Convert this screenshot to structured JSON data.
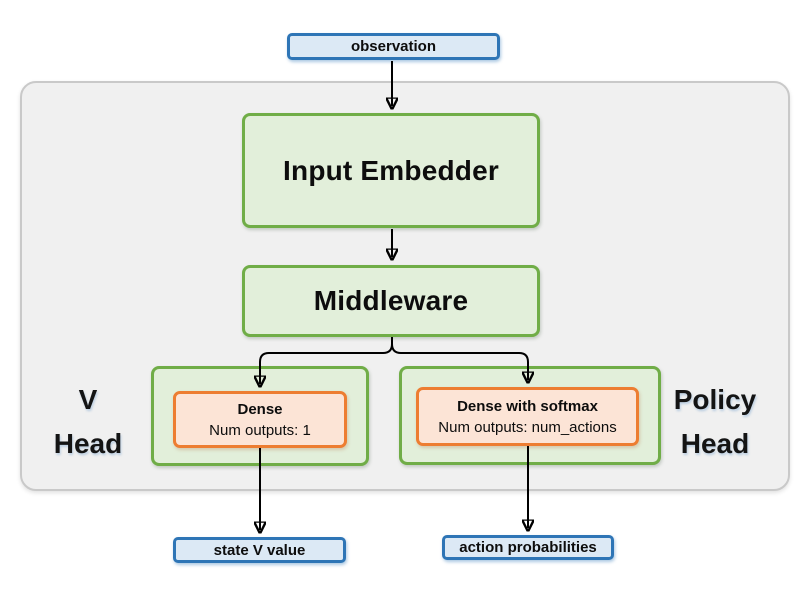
{
  "diagram": {
    "observation_label": "observation",
    "input_embedder_label": "Input Embedder",
    "middleware_label": "Middleware",
    "v_head": {
      "title_line1": "V",
      "title_line2": "Head",
      "dense_title": "Dense",
      "dense_detail": "Num outputs: 1",
      "output_label": "state V value"
    },
    "policy_head": {
      "title_line1": "Policy",
      "title_line2": "Head",
      "dense_title": "Dense with softmax",
      "dense_detail": "Num outputs: num_actions",
      "output_label": "action probabilities"
    },
    "colors": {
      "io_border": "#2E75B6",
      "io_fill": "#DCE9F5",
      "block_border": "#70AD47",
      "block_fill": "#E2EFDA",
      "dense_border": "#ED7D31",
      "dense_fill": "#FCE4D6",
      "container_fill": "#F0F0F0",
      "container_border": "#C9C9C9",
      "arrow": "#000000"
    }
  }
}
